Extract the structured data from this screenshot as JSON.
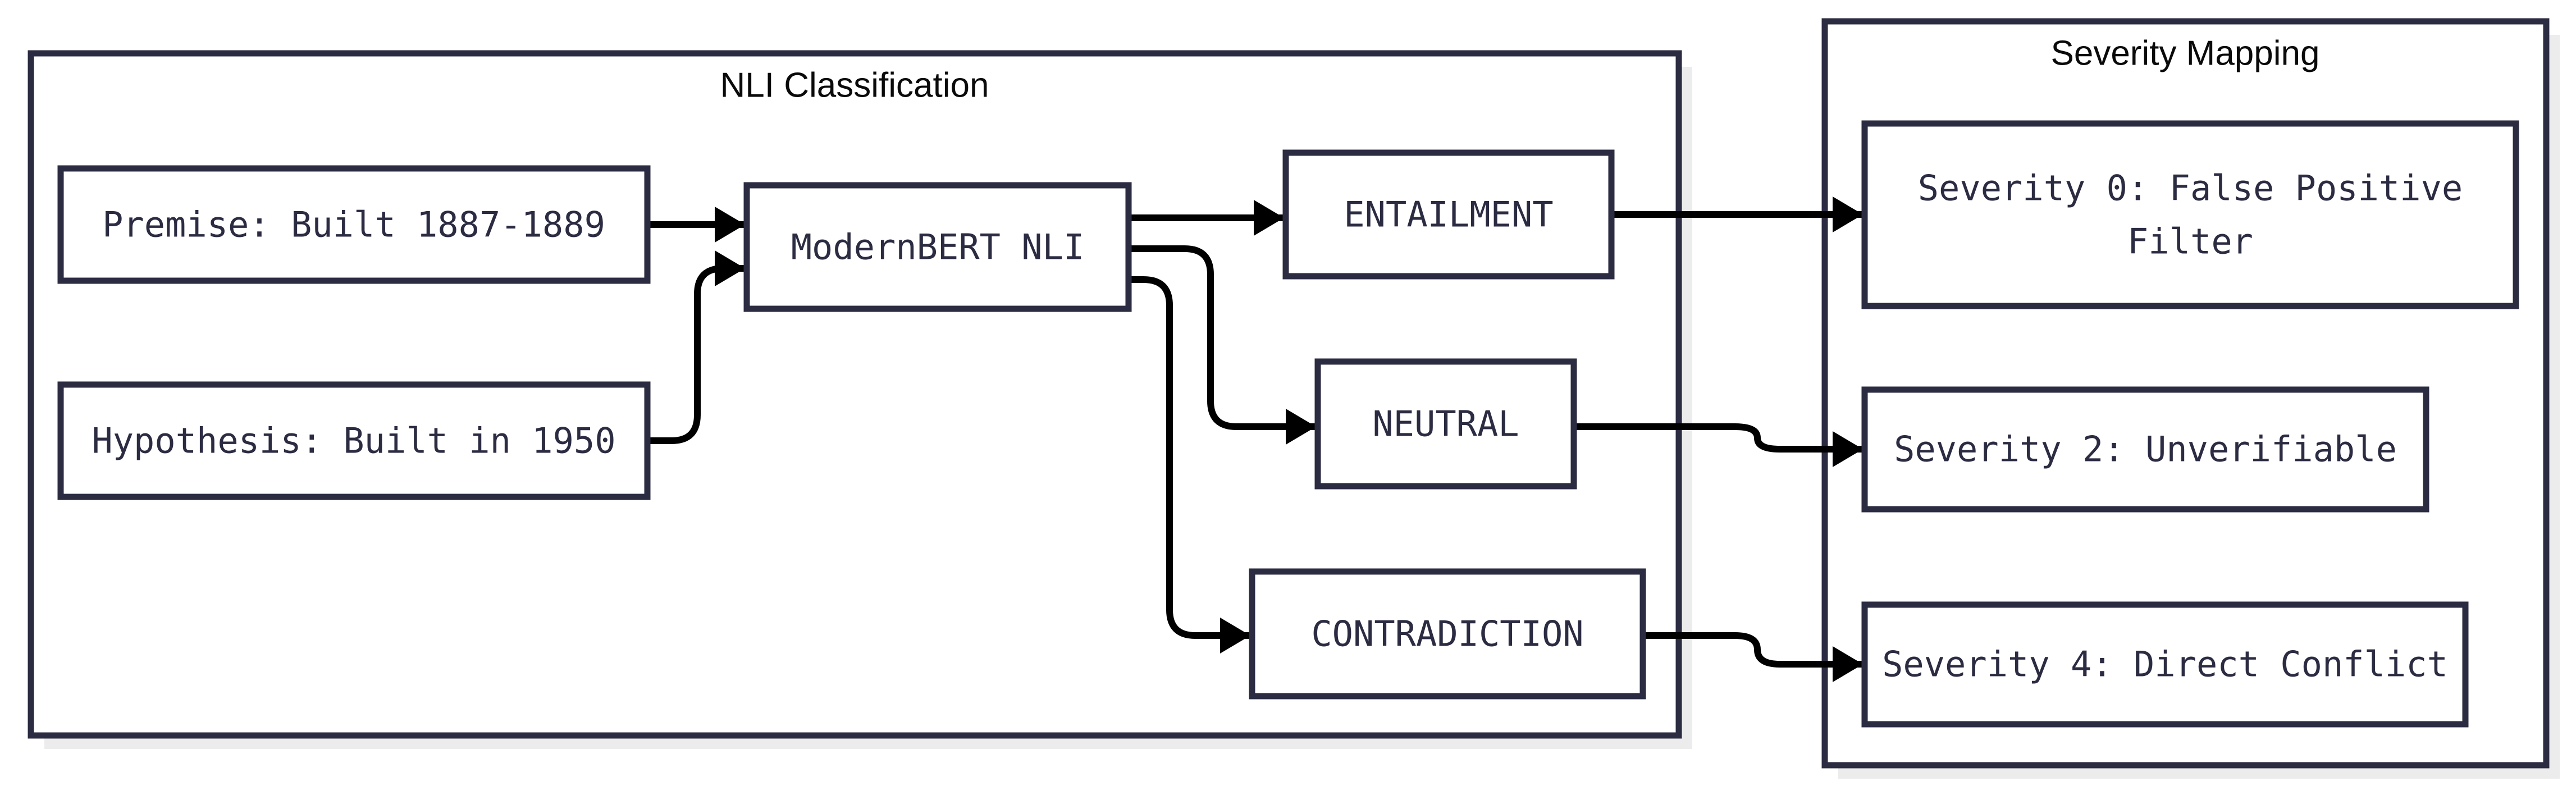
{
  "diagram": {
    "type": "flowchart",
    "direction": "left-to-right",
    "subgraphs": {
      "nli": {
        "title": "NLI Classification"
      },
      "severity": {
        "title": "Severity Mapping"
      }
    },
    "nodes": {
      "premise": {
        "label": "Premise: Built 1887-1889"
      },
      "hypothesis": {
        "label": "Hypothesis: Built in 1950"
      },
      "model": {
        "label": "ModernBERT NLI"
      },
      "entailment": {
        "label": "ENTAILMENT"
      },
      "neutral": {
        "label": "NEUTRAL"
      },
      "contradiction": {
        "label": "CONTRADICTION"
      },
      "severity0": {
        "label": "Severity 0: False Positive Filter",
        "lines": [
          "Severity 0: False Positive",
          "Filter"
        ]
      },
      "severity2": {
        "label": "Severity 2: Unverifiable"
      },
      "severity4": {
        "label": "Severity 4: Direct Conflict"
      }
    },
    "edges": [
      {
        "from": "premise",
        "to": "model"
      },
      {
        "from": "hypothesis",
        "to": "model"
      },
      {
        "from": "model",
        "to": "entailment"
      },
      {
        "from": "model",
        "to": "neutral"
      },
      {
        "from": "model",
        "to": "contradiction"
      },
      {
        "from": "entailment",
        "to": "severity0"
      },
      {
        "from": "neutral",
        "to": "severity2"
      },
      {
        "from": "contradiction",
        "to": "severity4"
      }
    ],
    "colors": {
      "border": "#2b2b42",
      "text": "#2b2b42",
      "title_text": "#0a0a0a",
      "arrow": "#000000",
      "shadow": "#ececec",
      "node_fill": "#ffffff",
      "entailment_fill": "#cce6cb",
      "neutral_fill": "#fcf5c2",
      "contradiction_fill": "#fbccd2"
    }
  }
}
